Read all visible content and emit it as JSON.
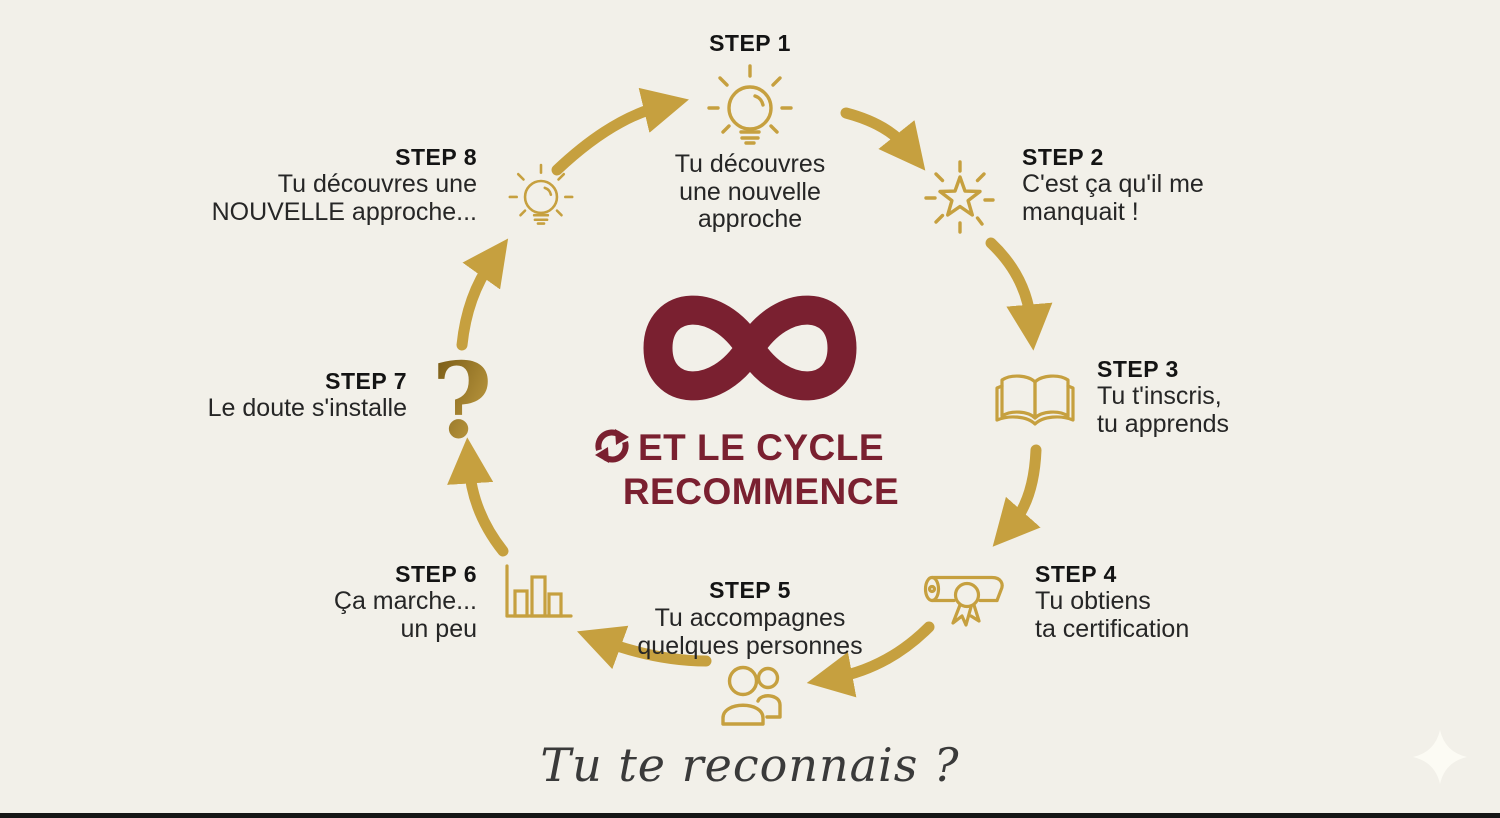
{
  "colors": {
    "background": "#F2F0E9",
    "gold": "#C6A03F",
    "maroon": "#7A2030",
    "text_dark": "#262626"
  },
  "steps": [
    {
      "label": "STEP 1",
      "icon": "lightbulb",
      "lines": [
        "Tu découvres",
        "une nouvelle",
        "approche"
      ]
    },
    {
      "label": "STEP 2",
      "icon": "sparkle-star",
      "lines": [
        "C'est ça qu'il me",
        "manquait !"
      ]
    },
    {
      "label": "STEP 3",
      "icon": "open-book",
      "lines": [
        "Tu t'inscris,",
        "tu apprends"
      ]
    },
    {
      "label": "STEP 4",
      "icon": "certificate-scroll",
      "lines": [
        "Tu obtiens",
        "ta certification"
      ]
    },
    {
      "label": "STEP 5",
      "icon": "people",
      "lines": [
        "Tu accompagnes",
        "quelques personnes"
      ]
    },
    {
      "label": "STEP 6",
      "icon": "bar-chart",
      "lines": [
        "Ça marche...",
        "un peu"
      ]
    },
    {
      "label": "STEP 7",
      "icon": "question-mark",
      "icon_glyph": "?",
      "lines": [
        "Le doute s'installe"
      ]
    },
    {
      "label": "STEP 8",
      "icon": "lightbulb",
      "lines": [
        "Tu découvres une",
        "NOUVELLE approche..."
      ]
    }
  ],
  "center": {
    "infinity_icon": "infinity",
    "cycle_icon": "cycle-arrows",
    "line1": "ET LE CYCLE",
    "line2": "RECOMMENCE"
  },
  "footer": {
    "question": "Tu te reconnais ?"
  }
}
